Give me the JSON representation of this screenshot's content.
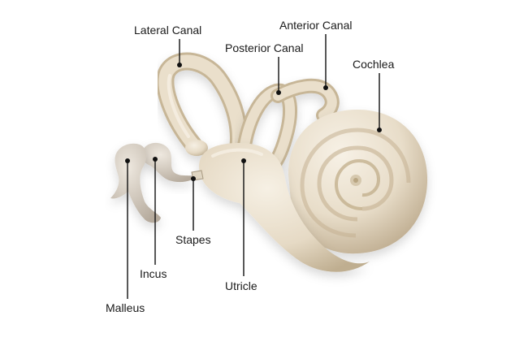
{
  "diagram": {
    "labels": {
      "lateral_canal": "Lateral Canal",
      "anterior_canal": "Anterior Canal",
      "posterior_canal": "Posterior Canal",
      "cochlea": "Cochlea",
      "stapes": "Stapes",
      "incus": "Incus",
      "utricle": "Utricle",
      "malleus": "Malleus"
    },
    "colors": {
      "bone": "#e7dcc8",
      "bone_shadow": "#c9b89a",
      "bone_light": "#f4ede1",
      "malleus": "#d9d0c4",
      "line": "#111111"
    }
  }
}
